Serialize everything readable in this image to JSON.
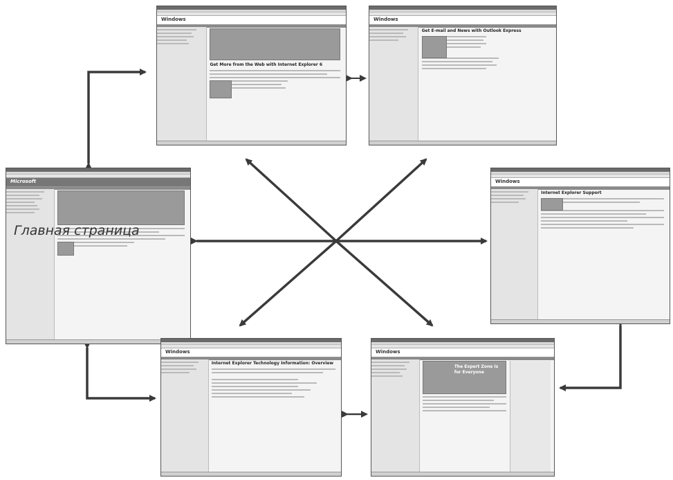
{
  "caption": "Главная страница",
  "screens": {
    "top_left": {
      "title": "Get More from the Web with Internet Explorer 6"
    },
    "top_right": {
      "title": "Get E-mail and News with Outlook Express"
    },
    "right": {
      "title": "Internet Explorer Support"
    },
    "bottom_left": {
      "title": "Internet Explorer Technology Information: Overview"
    },
    "bottom_right": {
      "title": "The Expert Zone Is for Everyone"
    },
    "home": {
      "title": "Microsoft"
    }
  }
}
